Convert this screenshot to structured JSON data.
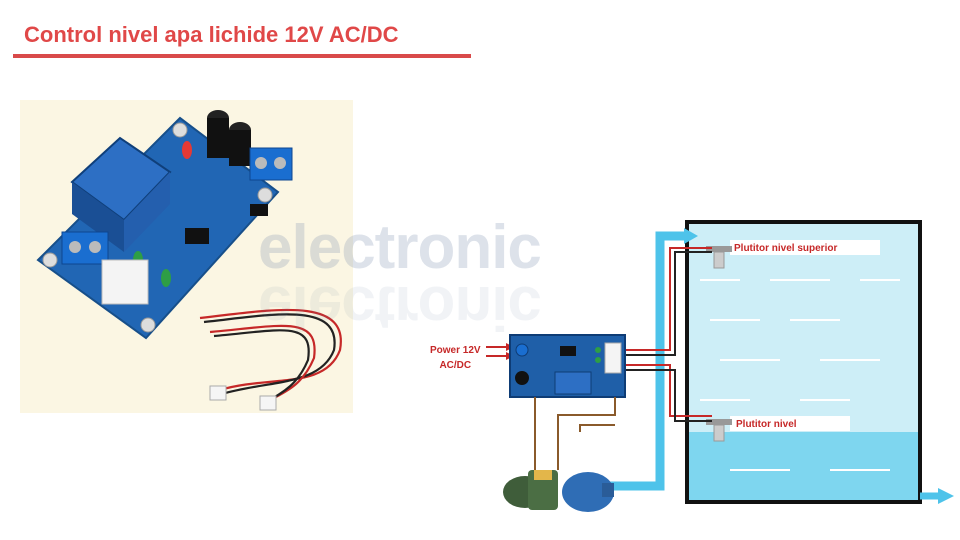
{
  "header": {
    "title": "Control nivel apa lichide 12V AC/DC"
  },
  "watermark": {
    "text": "electronic"
  },
  "diagram": {
    "power_label_line1": "Power 12V",
    "power_label_line2": "AC/DC",
    "sensor_upper_label": "Plutitor nivel superior",
    "sensor_lower_label": "Plutitor nivel",
    "colors": {
      "title": "#e04848",
      "label": "#c62828",
      "water_upper": "#cdeef7",
      "water_lower": "#7ed6ef",
      "pipe": "#4ec3ea",
      "pcb": "#1f5fa8"
    }
  }
}
